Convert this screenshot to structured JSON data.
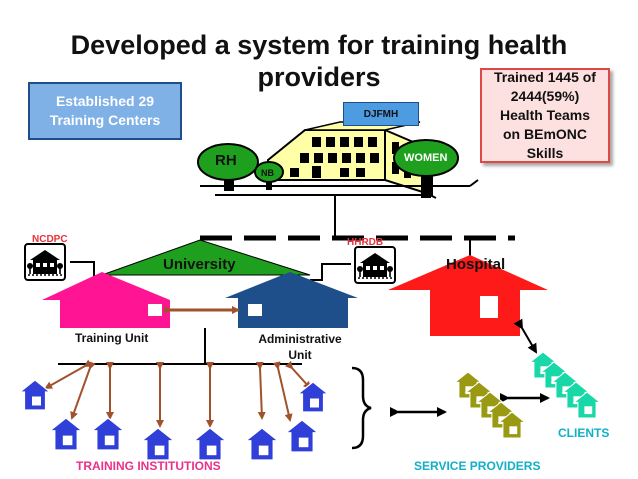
{
  "title_line1": "Developed a system for training health",
  "title_line2": "providers",
  "established_box": "Established 29\nTraining Centers",
  "trained_box": "Trained 1445 of\n2444(59%)\nHealth Teams\non BEmONC\nSkills",
  "labels": {
    "djfmh": "DJFMH",
    "rh": "RH",
    "nb": "NB",
    "women": "WOMEN",
    "ncdpc": "NCDPC",
    "hhrdb": "HHRDB",
    "university": "University",
    "hospital": "Hospital",
    "training_unit": "Training Unit",
    "administrative_unit": "Administrative\nUnit",
    "training_institutions": "TRAINING INSTITUTIONS",
    "service_providers": "SERVICE PROVIDERS",
    "clients": "CLIENTS"
  },
  "colors": {
    "training_unit_house": "#ff1493",
    "administrative_unit_house": "#1f4f8a",
    "university_roof": "#1ea01e",
    "hospital_house": "#ff1a1a",
    "institution_house": "#2f3fd8",
    "service_provider_house": "#9a9a12",
    "client_house": "#18d8a8",
    "tree": "#1ea01e",
    "building": "#ffffa8",
    "arrow": "#a0522d"
  }
}
